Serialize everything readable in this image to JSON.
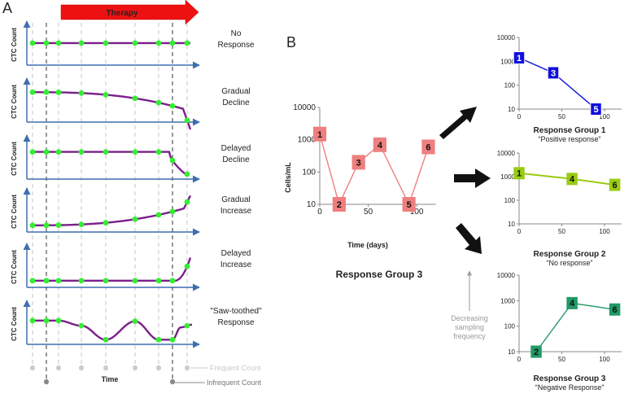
{
  "panel_a": {
    "label": "A",
    "therapy": "Therapy",
    "y_axis_label": "CTC Count",
    "x_axis_label": "Time",
    "rows": [
      {
        "label_lines": [
          "No",
          "Response"
        ]
      },
      {
        "label_lines": [
          "Gradual",
          "Decline"
        ]
      },
      {
        "label_lines": [
          "Delayed",
          "Decline"
        ]
      },
      {
        "label_lines": [
          "Gradual",
          "Increase"
        ]
      },
      {
        "label_lines": [
          "Delayed",
          "Increase"
        ]
      },
      {
        "label_lines": [
          "\"Saw-toothed\"",
          "Response"
        ]
      }
    ],
    "legend_frequent": "Frequent Count",
    "legend_infrequent": "Infrequent Count",
    "colors": {
      "curve": "#7b1f8a",
      "point": "#33ee33",
      "axis": "#3d6fb0",
      "therapy": "#ee1111"
    }
  },
  "panel_b": {
    "label": "B",
    "decreasing_text": [
      "Decreasing",
      "sampling",
      "frequency"
    ],
    "main_chart": {
      "title": "Response Group 3",
      "ylabel": "Cells/mL",
      "xlabel": "Time (days)",
      "y_ticks": [
        "10000",
        "1000",
        "100",
        "10"
      ],
      "x_ticks": [
        "0",
        "50",
        "100"
      ]
    },
    "charts": [
      {
        "title": "Response Group 1",
        "subtitle": "“Positive response”",
        "y_ticks": [
          "10000",
          "1000",
          "100",
          "10"
        ],
        "x_ticks": [
          "0",
          "50",
          "100"
        ]
      },
      {
        "title": "Response Group 2",
        "subtitle": "“No response”",
        "y_ticks": [
          "10000",
          "1000",
          "100",
          "10"
        ],
        "x_ticks": [
          "0",
          "50",
          "100"
        ]
      },
      {
        "title": "Response Group 3",
        "subtitle": "“Negative Response”",
        "y_ticks": [
          "10000",
          "1000",
          "100",
          "10"
        ],
        "x_ticks": [
          "0",
          "50",
          "100"
        ]
      }
    ]
  },
  "chart_data": [
    {
      "type": "line",
      "title": "Response Group 3",
      "xlabel": "Time (days)",
      "ylabel": "Cells/mL",
      "y_scale": "log",
      "ylim": [
        10,
        10000
      ],
      "xlim": [
        0,
        120
      ],
      "points": [
        {
          "label": "1",
          "x": 0,
          "y": 1500
        },
        {
          "label": "2",
          "x": 20,
          "y": 10
        },
        {
          "label": "3",
          "x": 40,
          "y": 200
        },
        {
          "label": "4",
          "x": 62,
          "y": 700
        },
        {
          "label": "5",
          "x": 92,
          "y": 10
        },
        {
          "label": "6",
          "x": 112,
          "y": 600
        }
      ],
      "color": "#ef7f7f"
    },
    {
      "type": "line",
      "title": "Response Group 1",
      "subtitle": "“Positive response”",
      "y_scale": "log",
      "ylim": [
        10,
        10000
      ],
      "xlim": [
        0,
        120
      ],
      "points": [
        {
          "label": "1",
          "x": 0,
          "y": 1400
        },
        {
          "label": "3",
          "x": 40,
          "y": 330
        },
        {
          "label": "5",
          "x": 90,
          "y": 10
        }
      ],
      "color": "#1010dd"
    },
    {
      "type": "line",
      "title": "Response Group 2",
      "subtitle": "“No response”",
      "y_scale": "log",
      "ylim": [
        10,
        10000
      ],
      "xlim": [
        0,
        120
      ],
      "points": [
        {
          "label": "1",
          "x": 0,
          "y": 1400
        },
        {
          "label": "4",
          "x": 62,
          "y": 800
        },
        {
          "label": "6",
          "x": 112,
          "y": 450
        }
      ],
      "color": "#99cc11"
    },
    {
      "type": "line",
      "title": "Response Group 3",
      "subtitle": "“Negative Response”",
      "y_scale": "log",
      "ylim": [
        10,
        10000
      ],
      "xlim": [
        0,
        120
      ],
      "points": [
        {
          "label": "2",
          "x": 20,
          "y": 10
        },
        {
          "label": "4",
          "x": 62,
          "y": 800
        },
        {
          "label": "6",
          "x": 112,
          "y": 450
        }
      ],
      "color": "#229966"
    }
  ]
}
